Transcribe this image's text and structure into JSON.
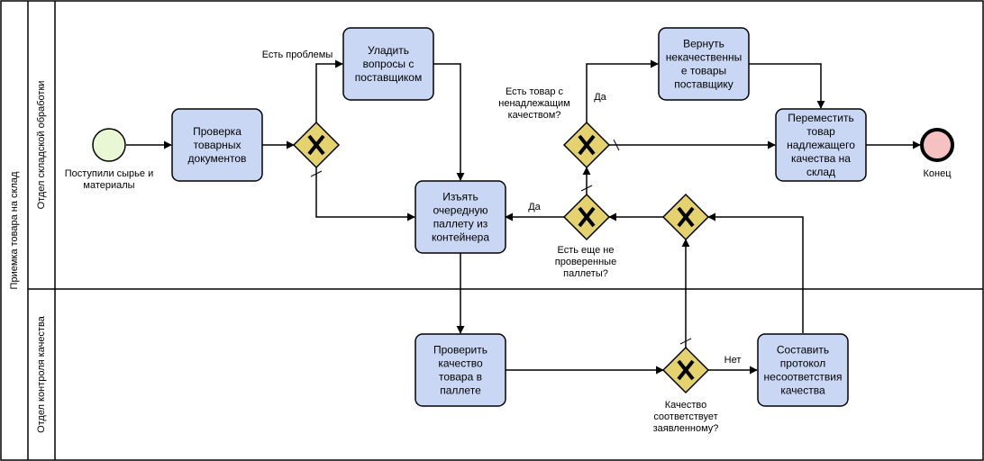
{
  "pool": {
    "title": "Приемка товара на склад"
  },
  "lanes": {
    "warehouse": "Отдел складской обработки",
    "quality": "Отдел контроля качества"
  },
  "events": {
    "start": "Поступили сырье и материалы",
    "end": "Конец"
  },
  "tasks": {
    "check_docs": "Проверка товарных документов",
    "resolve_supplier": "Уладить вопросы с поставщиком",
    "return_supplier": "Вернуть некачественные товары поставщику",
    "move_goods": "Переместить товар надлежащего качества на склад",
    "take_pallet": "Изъять очередную паллету из контейнера",
    "check_quality": "Проверить качество товара в паллете",
    "make_protocol": "Составить протокол несоответствия качества"
  },
  "gateways": {
    "bad_quality_q": "Есть товар с ненадлежащим качеством?",
    "pallets_left_q": "Есть еще не проверенные паллеты?",
    "quality_ok_q": "Качество соответствует заявленному?"
  },
  "flow_labels": {
    "problems": "Есть проблемы",
    "yes_return": "Да",
    "yes_pallet": "Да",
    "no_quality": "Нет"
  },
  "colors": {
    "task_fill": "#c9d7f5",
    "gateway_fill": "#e3d26e",
    "start_fill": "#e9f7d4",
    "end_fill": "#f6c1c1"
  }
}
